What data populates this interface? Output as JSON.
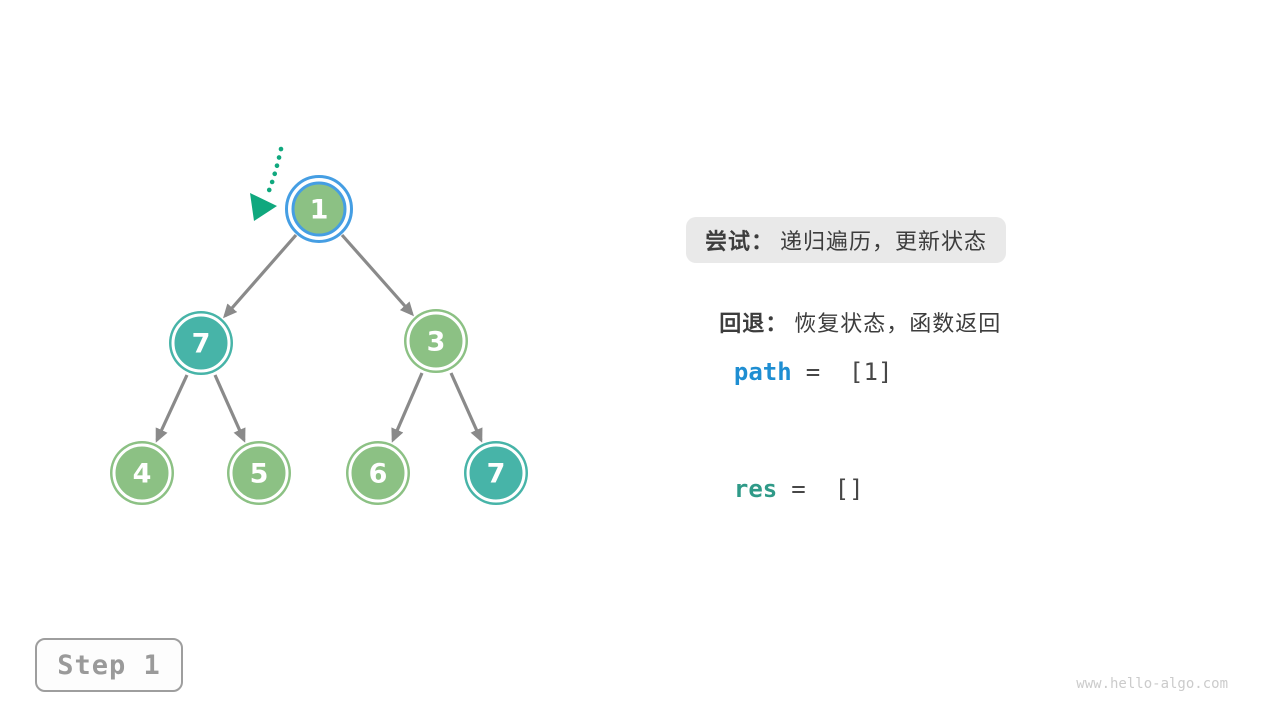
{
  "tree": {
    "nodes": [
      {
        "value": "1",
        "fill": "#8cc184",
        "highlighted": true
      },
      {
        "value": "7",
        "fill": "#47b4a8",
        "highlighted": false
      },
      {
        "value": "3",
        "fill": "#8cc184",
        "highlighted": false
      },
      {
        "value": "4",
        "fill": "#8cc184",
        "highlighted": false
      },
      {
        "value": "5",
        "fill": "#8cc184",
        "highlighted": false
      },
      {
        "value": "6",
        "fill": "#8cc184",
        "highlighted": false
      },
      {
        "value": "7",
        "fill": "#47b4a8",
        "highlighted": false
      }
    ],
    "edges": [
      {
        "from": "1",
        "to": "7"
      },
      {
        "from": "1",
        "to": "3"
      },
      {
        "from": "7",
        "to": "4"
      },
      {
        "from": "7",
        "to": "5"
      },
      {
        "from": "3",
        "to": "6"
      },
      {
        "from": "3",
        "to": "7"
      }
    ]
  },
  "panel": {
    "try_label": "尝试：",
    "try_text": "递归遍历，更新状态",
    "back_label": "回退：",
    "back_text": "恢复状态，函数返回",
    "path_var": "path",
    "path_value": "=  [1]",
    "res_var": "res",
    "res_value": "=  []"
  },
  "step_label": "Step 1",
  "watermark": "www.hello-algo.com",
  "colors": {
    "node_green": "#8cc184",
    "node_teal": "#47b4a8",
    "highlight_ring": "#459ee3",
    "pointer": "#10a87e",
    "edge": "#8a8a8a",
    "path_var_blue": "#1e8ed2",
    "res_var_teal": "#2f9a88",
    "text_dark": "#3d3d3d",
    "pill_bg": "#e9e9e9",
    "step_gray": "#9a9a9a",
    "watermark_gray": "#cbcbcb"
  }
}
